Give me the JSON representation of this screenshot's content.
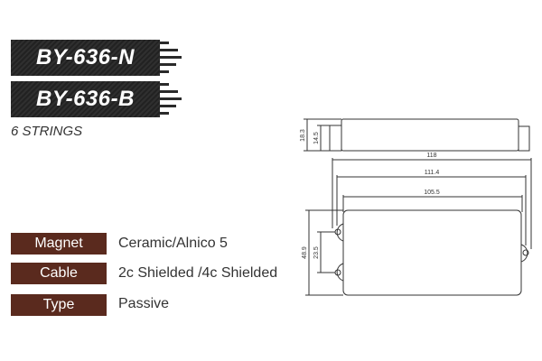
{
  "models": [
    "BY-636-N",
    "BY-636-B"
  ],
  "strings": "6 STRINGS",
  "specs": [
    {
      "label": "Magnet",
      "value": "Ceramic/Alnico 5"
    },
    {
      "label": "Cable",
      "value": "2c Shielded /4c Shielded"
    },
    {
      "label": "Type",
      "value": "Passive"
    }
  ],
  "dimensions": {
    "height_total": "18.3",
    "height_body": "14.5",
    "length_total": "118",
    "length_mount": "111.4",
    "length_body": "105.5",
    "width": "48.9",
    "hole_spacing": "23.5"
  },
  "colors": {
    "label_bg": "#5a2a1e",
    "banner_bg": "#222222"
  }
}
